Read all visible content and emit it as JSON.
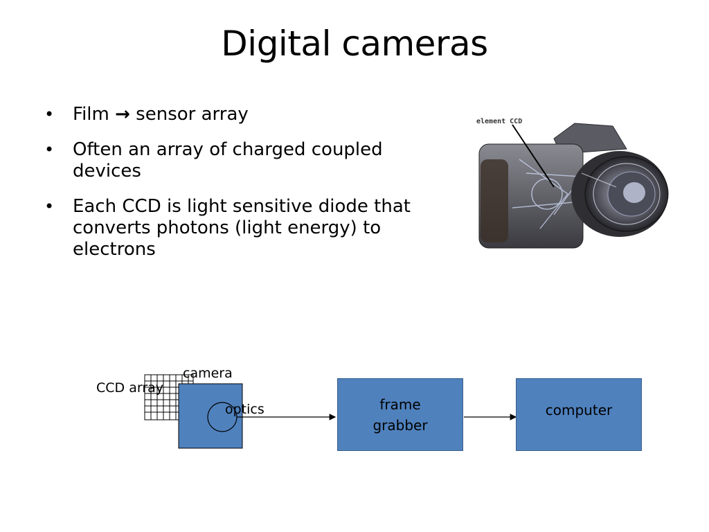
{
  "slide": {
    "title": "Digital cameras",
    "bullets": [
      {
        "pre": "Film ",
        "arrow": "→",
        "post": " sensor array"
      },
      {
        "text": "Often an array of charged coupled devices"
      },
      {
        "text": "Each CCD is light sensitive diode that converts photons (light energy) to electrons"
      }
    ],
    "bullet_glyph": "•"
  },
  "photo": {
    "annotation": "element CCD"
  },
  "diagram": {
    "camera_label": "camera",
    "ccd_label": "CCD array",
    "optics_label": "optics",
    "frame_grabber_line1": "frame",
    "frame_grabber_line2": "grabber",
    "computer_label": "computer",
    "box_color": "#4f81bd"
  }
}
